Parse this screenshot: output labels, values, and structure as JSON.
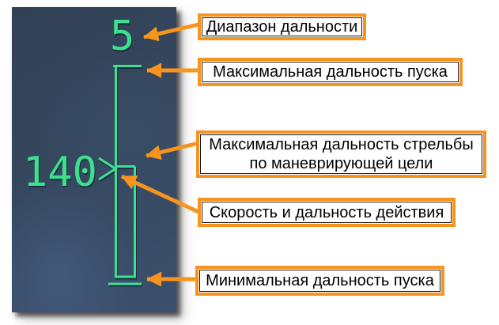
{
  "colors": {
    "accent_orange": "#F7941E",
    "hud_green": "#3CE08F",
    "panel_blue": "#36495F"
  },
  "hud": {
    "range_scale_digit": "5",
    "target_range_value": "140"
  },
  "callouts": [
    {
      "text": "Диапазон дальности"
    },
    {
      "text": "Максимальная дальность пуска"
    },
    {
      "text": "Максимальная дальность стрельбы по маневрирующей цели"
    },
    {
      "text": "Скорость и дальность действия"
    },
    {
      "text": "Минимальная дальность пуска"
    }
  ]
}
